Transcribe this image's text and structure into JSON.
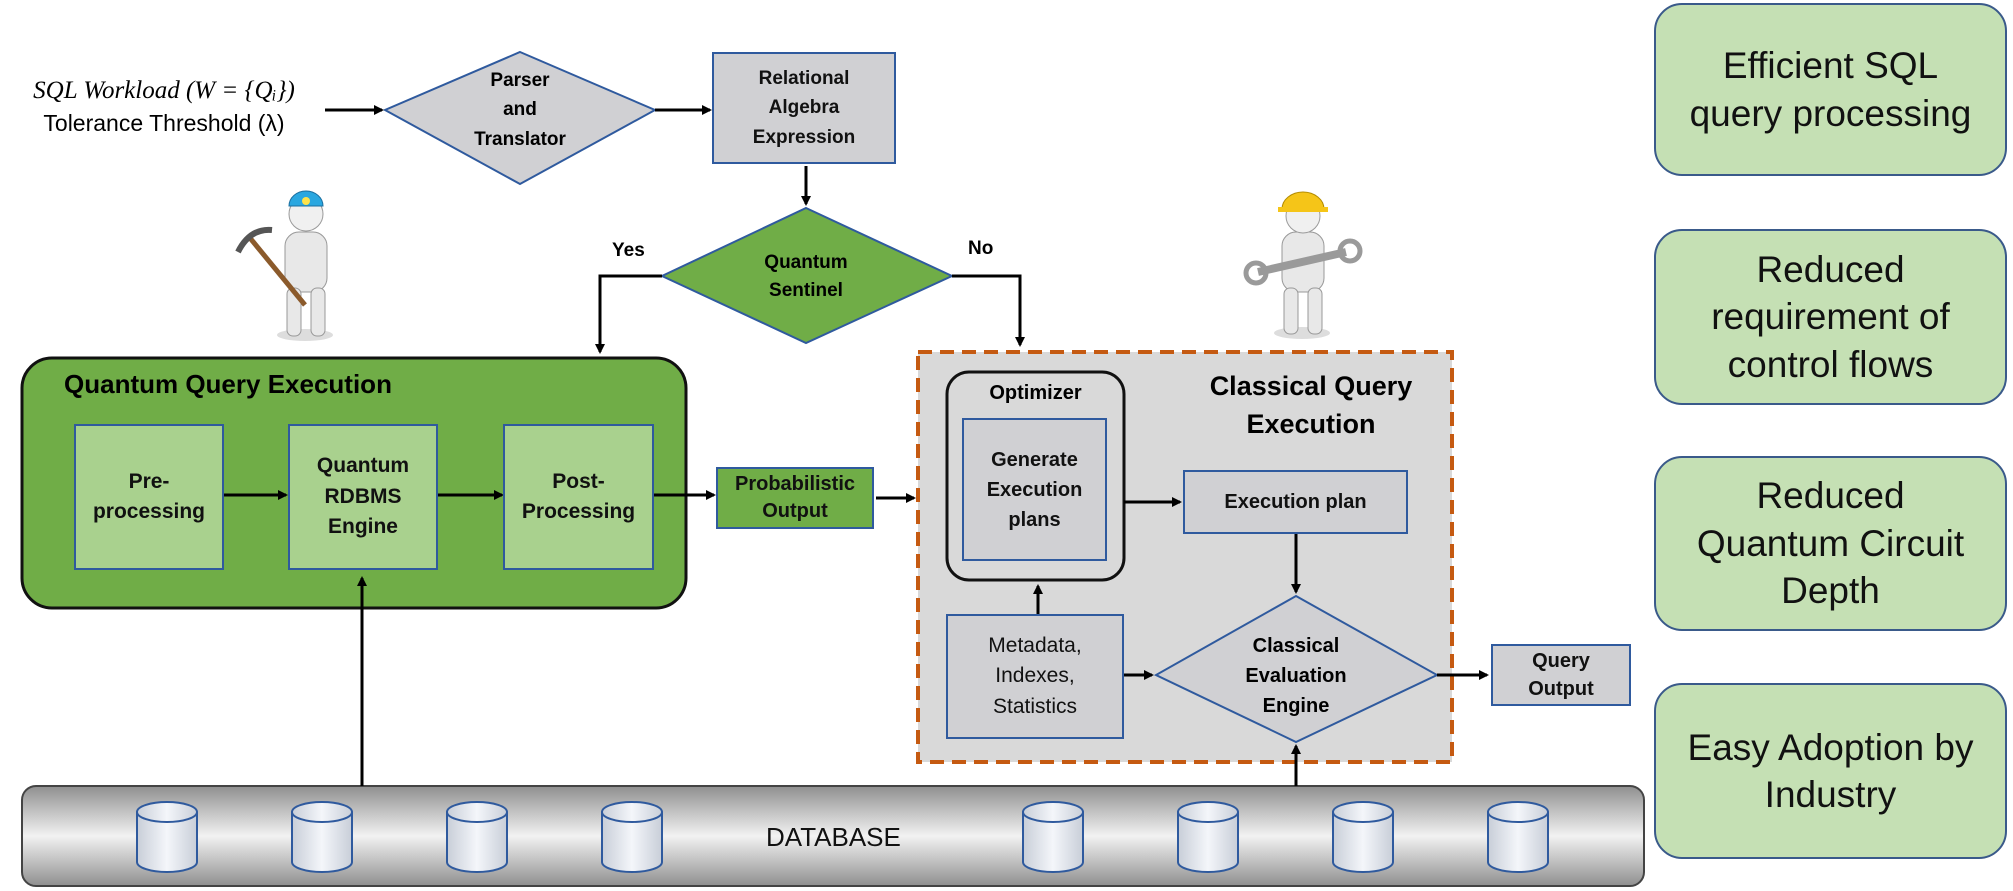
{
  "inputs": {
    "workload_prefix": "SQL Workload",
    "workload_math": "(W = {Qᵢ})",
    "tolerance": "Tolerance Threshold (λ)"
  },
  "nodes": {
    "parser": "Parser\nand\nTranslator",
    "relational_algebra": "Relational\nAlgebra\nExpression",
    "quantum_sentinel": "Quantum\nSentinel",
    "yes": "Yes",
    "no": "No",
    "probabilistic_output": "Probabilistic\nOutput",
    "query_output": "Query\nOutput",
    "database": "DATABASE"
  },
  "quantum_execution": {
    "title": "Quantum Query Execution",
    "preprocessing": "Pre-\nprocessing",
    "engine": "Quantum\nRDBMS\nEngine",
    "postprocessing": "Post-\nProcessing"
  },
  "classical_execution": {
    "title": "Classical Query\nExecution",
    "optimizer": "Optimizer",
    "generate_plans": "Generate\nExecution\nplans",
    "execution_plan": "Execution plan",
    "metadata": "Metadata,\nIndexes,\nStatistics",
    "evaluation_engine": "Classical\nEvaluation\nEngine"
  },
  "benefits": [
    "Efficient SQL\nquery processing",
    "Reduced\nrequirement of\ncontrol flows",
    "Reduced\nQuantum Circuit\nDepth",
    "Easy Adoption by\nIndustry"
  ],
  "colors": {
    "dark_green": "#70ad47",
    "light_green": "#a9d18e",
    "benefit_green": "#c5e0b4",
    "gray": "#d0d0d3",
    "dashed_orange": "#c55a11",
    "border_blue": "#2f5a9e"
  },
  "icons": [
    "miner-figure-icon",
    "mechanic-figure-icon",
    "database-cylinder-icon"
  ]
}
